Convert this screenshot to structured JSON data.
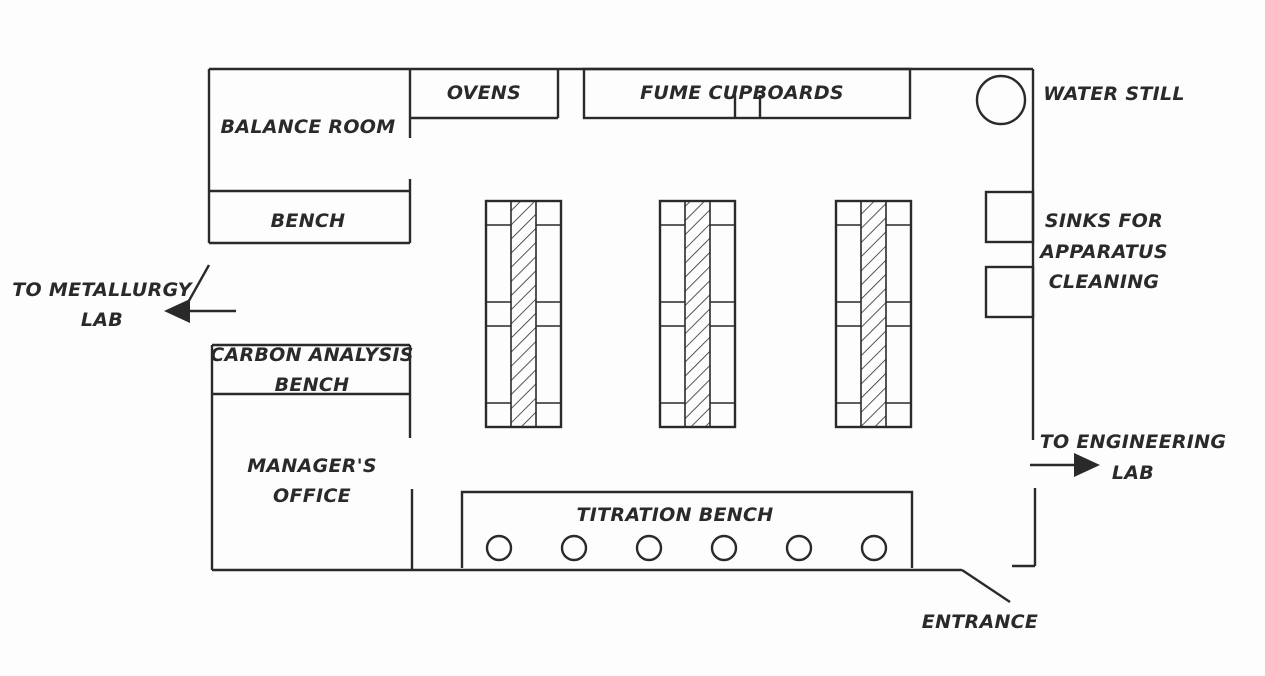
{
  "labels": {
    "ovens": "OVENS",
    "fume_cupboards": "FUME CUPBOARDS",
    "water_still": "WATER STILL",
    "balance_room": "BALANCE ROOM",
    "bench": "BENCH",
    "to_metallurgy_line1": "TO METALLURGY",
    "to_metallurgy_line2": "LAB",
    "carbon_line1": "CARBON ANALYSIS",
    "carbon_line2": "BENCH",
    "manager_line1": "MANAGER'S",
    "manager_line2": "OFFICE",
    "sinks_line1": "SINKS FOR",
    "sinks_line2": "APPARATUS",
    "sinks_line3": "CLEANING",
    "to_engineering_line1": "TO ENGINEERING",
    "to_engineering_line2": "LAB",
    "titration_bench": "TITRATION BENCH",
    "entrance": "ENTRANCE"
  },
  "colors": {
    "ink": "#2a2a2a",
    "paper": "#fdfdfd"
  }
}
